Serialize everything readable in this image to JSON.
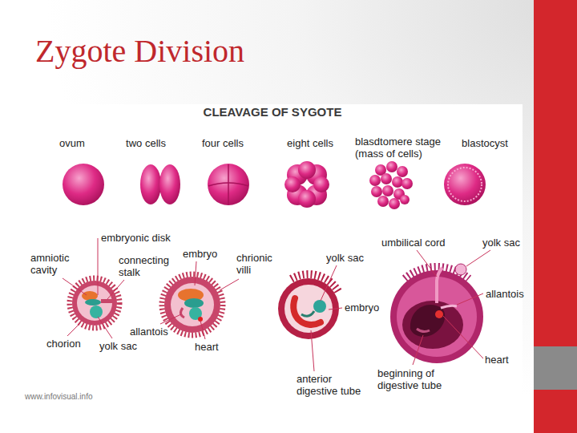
{
  "diagram": {
    "title": "Zygote Division",
    "labels": [
      "CLEAVAGE OF SYGOTE",
      "ovum",
      "two cells",
      "four cells",
      "eight cells",
      "blasdtomere stage (mass of cells)",
      "blastocyst",
      "embryonic disk",
      "amniotic cavity",
      "connecting stalk",
      "embryo",
      "chrionic villi",
      "yolk sac",
      "umbilical cord",
      "yolk sac",
      "allantois",
      "embryo",
      "allantois",
      "chorion",
      "yolk sac",
      "heart",
      "heart",
      "anterior digestive tube",
      "beginning of digestive tube",
      "www.infovisual.info"
    ]
  }
}
